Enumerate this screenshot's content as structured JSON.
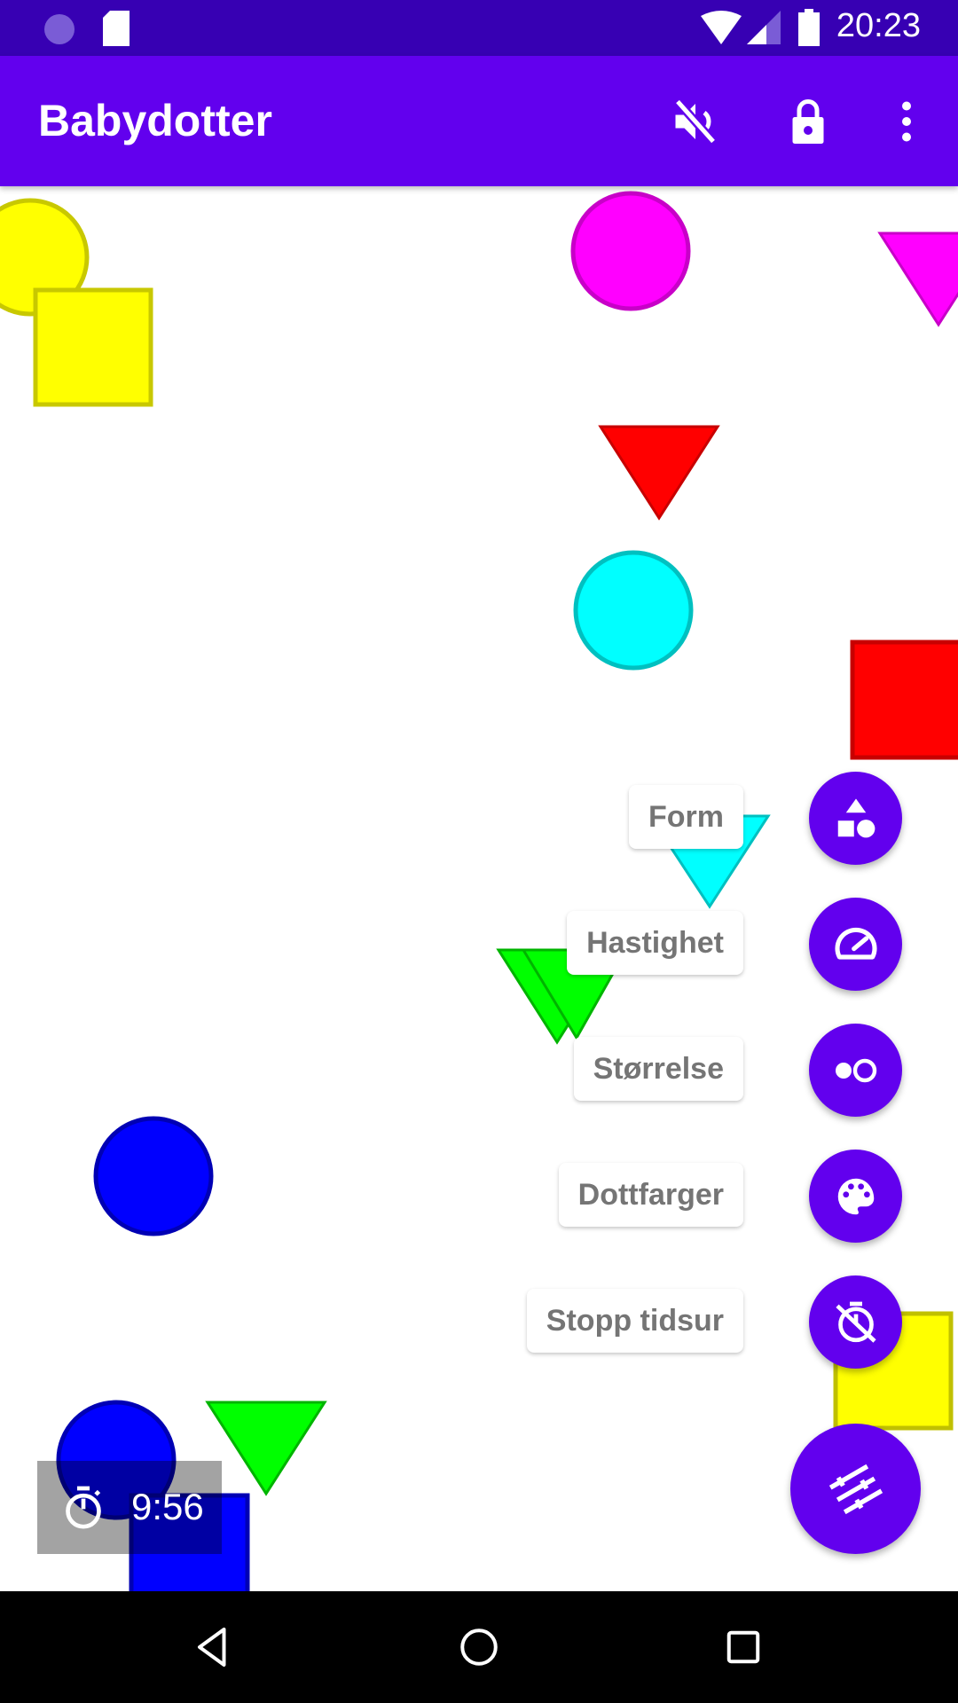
{
  "status_bar": {
    "time": "20:23"
  },
  "app_bar": {
    "title": "Babydotter",
    "actions": [
      "mute-icon",
      "lock-icon",
      "more-icon"
    ]
  },
  "speed_dial": {
    "items": [
      {
        "label": "Form",
        "icon": "shapes-icon"
      },
      {
        "label": "Hastighet",
        "icon": "speedometer-icon"
      },
      {
        "label": "Størrelse",
        "icon": "size-icon"
      },
      {
        "label": "Dottfarger",
        "icon": "palette-icon"
      },
      {
        "label": "Stopp tidsur",
        "icon": "timer-off-icon"
      }
    ],
    "main_icon": "tune-icon"
  },
  "timer": {
    "value": "9:56"
  },
  "colors": {
    "primary": "#6200ee",
    "primary_dark": "#3700b3"
  }
}
